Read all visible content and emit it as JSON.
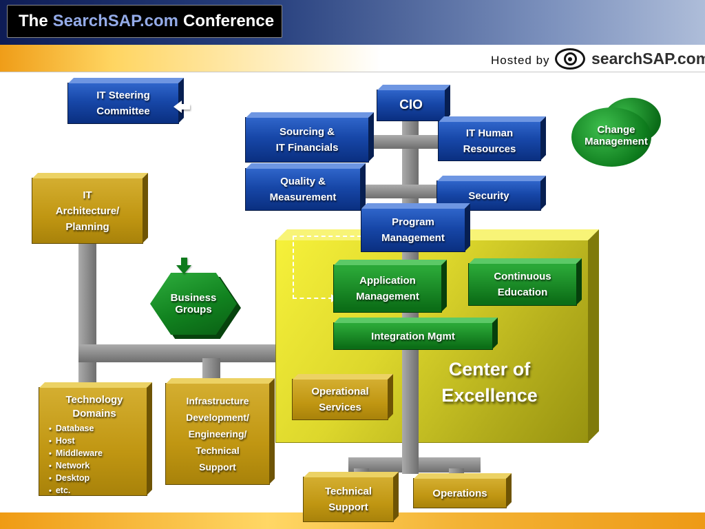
{
  "colors": {
    "blue_box": "#1747a8",
    "gold_box": "#c09612",
    "green_box": "#148223",
    "coe_box": "#d8d22a",
    "connector": "#8c8c8c",
    "band_blue": "#27407e",
    "band_orange": "#f6a41f",
    "logo_brand_blue": "#94abe8"
  },
  "header": {
    "logo_prefix": "The",
    "logo_brand": "SearchSAP.com",
    "logo_suffix": "Conference",
    "hosted_by": "Hosted by",
    "host_brand": "searchSAP.com"
  },
  "nodes": {
    "steering": {
      "lines": [
        "IT Steering",
        "Committee"
      ]
    },
    "cio": {
      "lines": [
        "CIO"
      ]
    },
    "sourcing": {
      "lines": [
        "Sourcing &",
        "IT Financials"
      ]
    },
    "hr": {
      "lines": [
        "IT Human",
        "Resources"
      ]
    },
    "quality": {
      "lines": [
        "Quality &",
        "Measurement"
      ]
    },
    "security": {
      "lines": [
        "Security"
      ]
    },
    "program": {
      "lines": [
        "Program",
        "Management"
      ]
    },
    "architecture": {
      "lines": [
        "IT",
        "Architecture/",
        "Planning"
      ]
    },
    "change": {
      "lines": [
        "Change",
        "Management"
      ]
    },
    "business": {
      "lines": [
        "Business",
        "Groups"
      ]
    },
    "application": {
      "lines": [
        "Application",
        "Management"
      ]
    },
    "education": {
      "lines": [
        "Continuous",
        "Education"
      ]
    },
    "integration": {
      "lines": [
        "Integration Mgmt"
      ]
    },
    "coe": {
      "lines": [
        "Center of",
        "Excellence"
      ]
    },
    "operational": {
      "lines": [
        "Operational",
        "Services"
      ]
    },
    "tech_domains": {
      "title": [
        "Technology",
        "Domains"
      ],
      "bullets": [
        "Database",
        "Host",
        "Middleware",
        "Network",
        "Desktop",
        "etc."
      ]
    },
    "infrastructure": {
      "lines": [
        "Infrastructure",
        "Development/",
        "Engineering/",
        "Technical",
        "Support"
      ]
    },
    "tech_support": {
      "lines": [
        "Technical",
        "Support"
      ]
    },
    "operations": {
      "lines": [
        "Operations"
      ]
    }
  }
}
